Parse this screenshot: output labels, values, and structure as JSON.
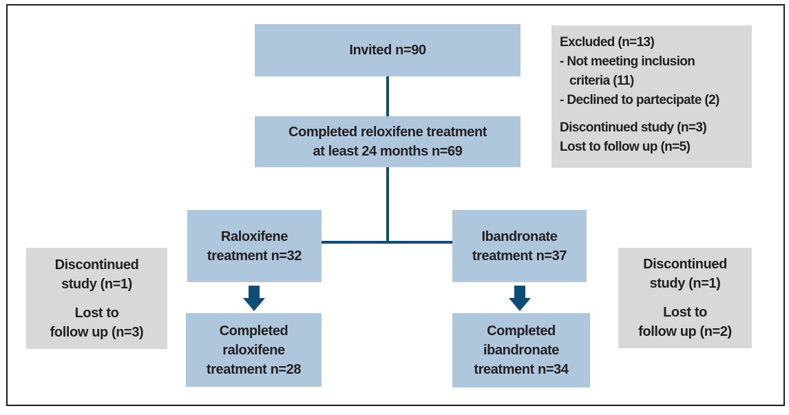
{
  "figure": {
    "kind": "patient-flow-diagram",
    "colors": {
      "flow_box_fill": "#afc7dd",
      "annotation_box_fill": "#d8d8d8",
      "connector_navy": "#0d4d7a",
      "text": "#231f20",
      "outer_border": "#1c1c1c"
    },
    "boxes": {
      "invited": {
        "lines": [
          "Invited n=90"
        ]
      },
      "completed_24_months": {
        "lines": [
          "Completed reloxifene treatment",
          "at least 24 months n=69"
        ]
      },
      "excluded": {
        "lines": [
          "Excluded (n=13)",
          "- Not meeting inclusion",
          "criteria (11)",
          "- Declined to partecipate (2)",
          "Discontinued study (n=3)",
          "Lost to follow up (n=5)"
        ]
      },
      "raloxifene_arm": {
        "lines": [
          "Raloxifene",
          "treatment n=32"
        ]
      },
      "ibandronate_arm": {
        "lines": [
          "Ibandronate",
          "treatment n=37"
        ]
      },
      "discontinued_left": {
        "lines": [
          "Discontinued",
          "study (n=1)",
          "Lost to",
          "follow up (n=3)"
        ]
      },
      "discontinued_right": {
        "lines": [
          "Discontinued",
          "study (n=1)",
          "Lost to",
          "follow up (n=2)"
        ]
      },
      "completed_raloxifene": {
        "lines": [
          "Completed",
          "raloxifene",
          "treatment n=28"
        ]
      },
      "completed_ibandronate": {
        "lines": [
          "Completed",
          "ibandronate",
          "treatment n=34"
        ]
      }
    }
  }
}
